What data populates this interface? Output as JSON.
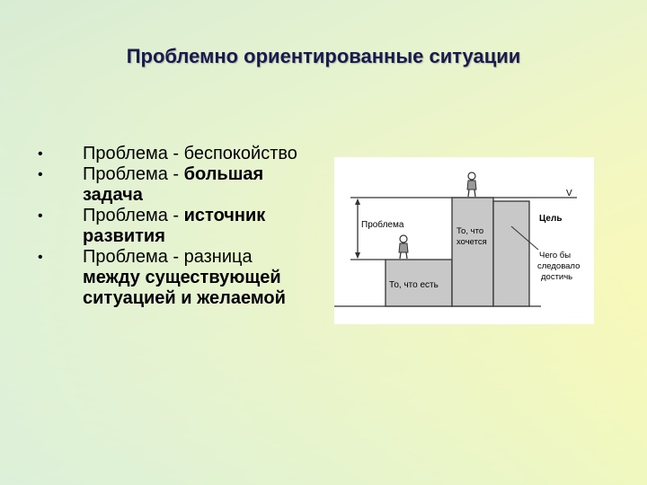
{
  "slide": {
    "title": "Проблемно ориентированные ситуации",
    "bullets": [
      {
        "plain": "Проблема - беспокойство",
        "bold": ""
      },
      {
        "plain": "Проблема - ",
        "bold": "большая задача"
      },
      {
        "plain": "Проблема - ",
        "bold": "источник развития"
      },
      {
        "plain": "Проблема - разница ",
        "bold": "между существующей ситуацией и желаемой"
      }
    ],
    "bullet_glyph": "•"
  },
  "diagram": {
    "label_problem": "Проблема",
    "label_goal": "Цель",
    "label_v": "V",
    "label_current_state": "То, что есть",
    "label_wanted_1": "То, что",
    "label_wanted_2": "хочется",
    "label_should_1": "Чего бы",
    "label_should_2": "следовало",
    "label_should_3": "достичь",
    "colors": {
      "block_fill": "#c8c8c8",
      "stroke": "#333333"
    }
  }
}
